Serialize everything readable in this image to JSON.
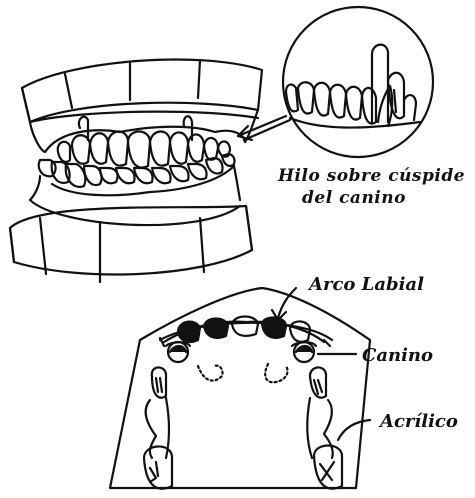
{
  "labels": {
    "hilo_line1": "Hilo sobre cúspide",
    "hilo_line2": "del canino",
    "arco_labial": "Arco Labial",
    "canino": "Canino",
    "acrilico": "Acrílico"
  },
  "ink_color": "#111111"
}
